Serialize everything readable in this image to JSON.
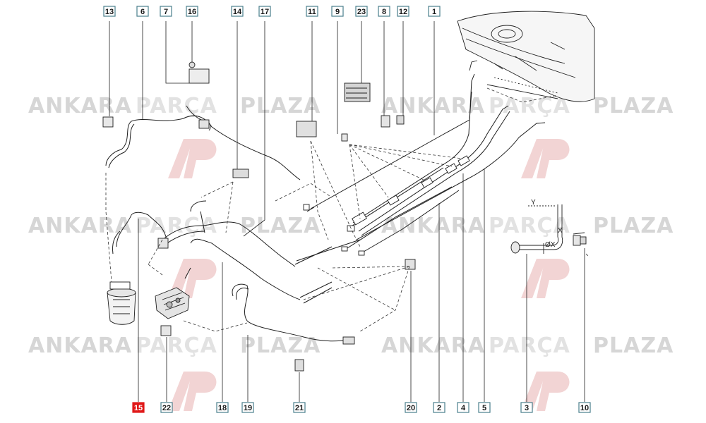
{
  "diagram": {
    "callouts": [
      {
        "id": "13",
        "label": "13",
        "highlight": false
      },
      {
        "id": "6",
        "label": "6",
        "highlight": false
      },
      {
        "id": "7",
        "label": "7",
        "highlight": false
      },
      {
        "id": "16",
        "label": "16",
        "highlight": false
      },
      {
        "id": "14",
        "label": "14",
        "highlight": false
      },
      {
        "id": "17",
        "label": "17",
        "highlight": false
      },
      {
        "id": "11",
        "label": "11",
        "highlight": false
      },
      {
        "id": "9",
        "label": "9",
        "highlight": false
      },
      {
        "id": "23",
        "label": "23",
        "highlight": false
      },
      {
        "id": "8",
        "label": "8",
        "highlight": false
      },
      {
        "id": "12",
        "label": "12",
        "highlight": false
      },
      {
        "id": "1",
        "label": "1",
        "highlight": false
      },
      {
        "id": "15",
        "label": "15",
        "highlight": true
      },
      {
        "id": "22",
        "label": "22",
        "highlight": false
      },
      {
        "id": "18",
        "label": "18",
        "highlight": false
      },
      {
        "id": "19",
        "label": "19",
        "highlight": false
      },
      {
        "id": "21",
        "label": "21",
        "highlight": false
      },
      {
        "id": "20",
        "label": "20",
        "highlight": false
      },
      {
        "id": "2",
        "label": "2",
        "highlight": false
      },
      {
        "id": "4",
        "label": "4",
        "highlight": false
      },
      {
        "id": "5",
        "label": "5",
        "highlight": false
      },
      {
        "id": "3",
        "label": "3",
        "highlight": false
      },
      {
        "id": "10",
        "label": "10",
        "highlight": false
      }
    ],
    "dimension_labels": {
      "y": "Y",
      "x": "X",
      "diameter": "ØX"
    }
  },
  "watermark": {
    "part1": "ANKARA",
    "part2": "PARÇA",
    "part3": "PLAZA",
    "logo": "AP"
  },
  "colors": {
    "line": "#1f1f1f",
    "box_border": "#4a7f8c",
    "box_fill": "#ffffff",
    "highlight_fill": "#e01818",
    "wm_dark": "#d6d6d6",
    "wm_light": "#e2e2e2",
    "wm_logo": "#f2d4d4"
  }
}
